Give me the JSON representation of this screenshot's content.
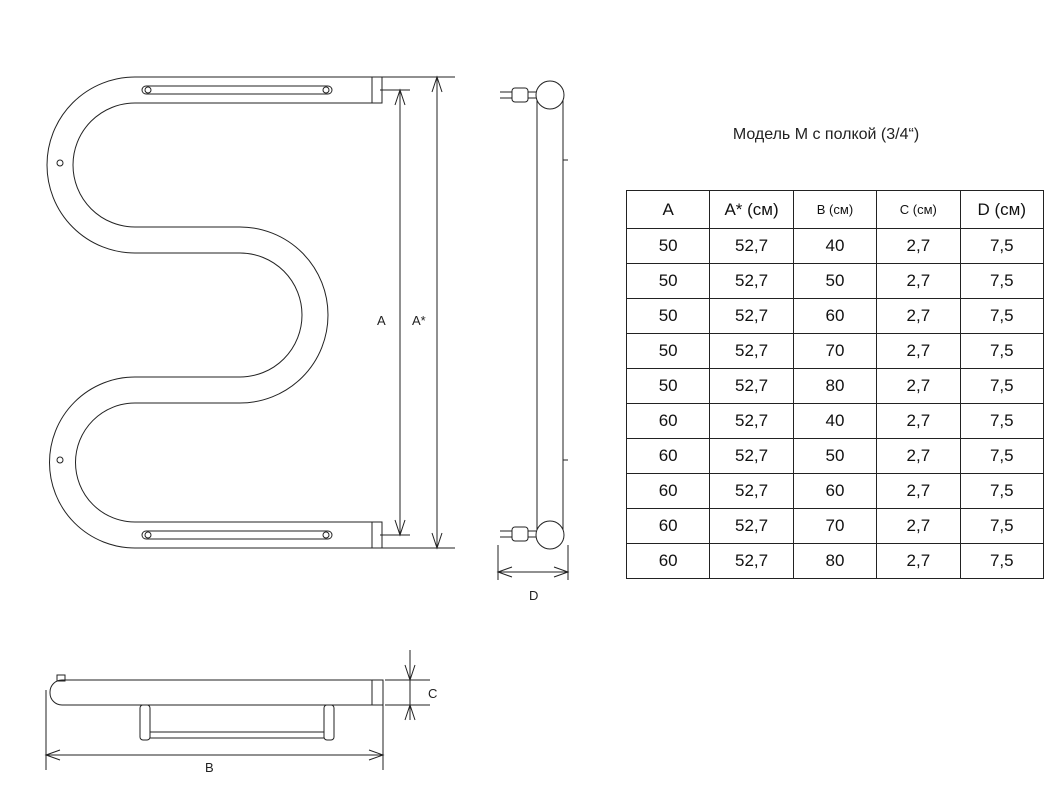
{
  "title": "Модель  М с полкой (3/4“)",
  "labels": {
    "A": "A",
    "A_star": "A*",
    "B": "B",
    "C": "C",
    "D": "D"
  },
  "table": {
    "headers": [
      "A",
      "A* (см)",
      "B (см)",
      "C (см)",
      "D (см)"
    ],
    "rows": [
      [
        "50",
        "52,7",
        "40",
        "2,7",
        "7,5"
      ],
      [
        "50",
        "52,7",
        "50",
        "2,7",
        "7,5"
      ],
      [
        "50",
        "52,7",
        "60",
        "2,7",
        "7,5"
      ],
      [
        "50",
        "52,7",
        "70",
        "2,7",
        "7,5"
      ],
      [
        "50",
        "52,7",
        "80",
        "2,7",
        "7,5"
      ],
      [
        "60",
        "52,7",
        "40",
        "2,7",
        "7,5"
      ],
      [
        "60",
        "52,7",
        "50",
        "2,7",
        "7,5"
      ],
      [
        "60",
        "52,7",
        "60",
        "2,7",
        "7,5"
      ],
      [
        "60",
        "52,7",
        "70",
        "2,7",
        "7,5"
      ],
      [
        "60",
        "52,7",
        "80",
        "2,7",
        "7,5"
      ]
    ]
  }
}
